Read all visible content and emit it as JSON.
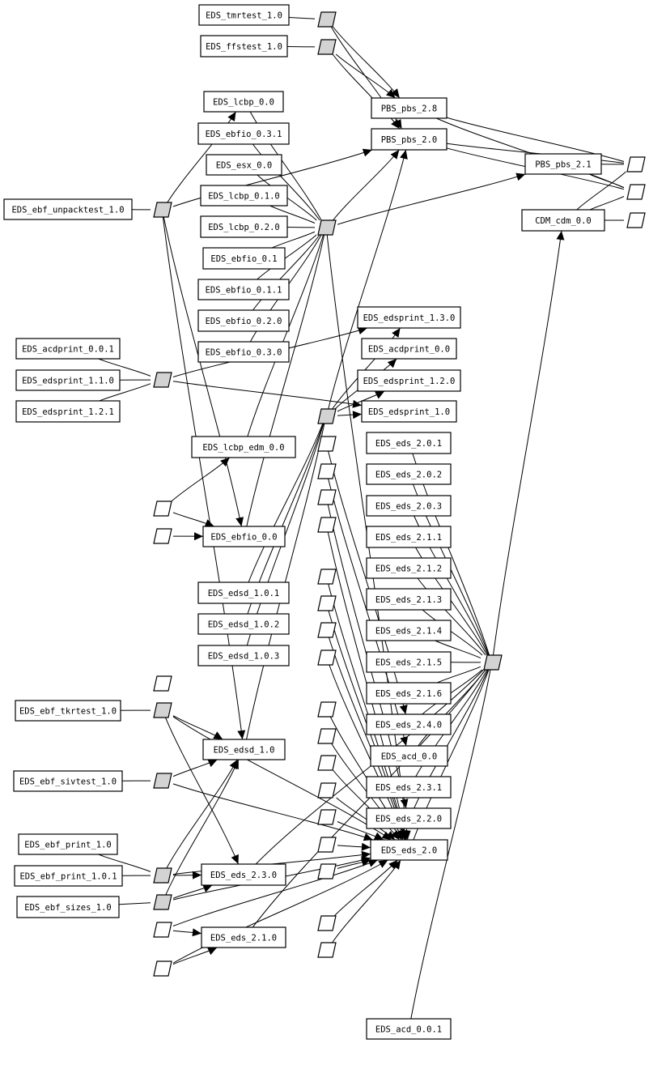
{
  "graph": {
    "type": "package-dependency-graph",
    "colors": {
      "junction_filled": "#d3d3d3",
      "junction_empty": "#ffffff",
      "stroke": "#000000",
      "background": "#ffffff"
    },
    "nodes": [
      {
        "id": "EDS_tmrtest_1.0",
        "label": "EDS_tmrtest_1.0"
      },
      {
        "id": "EDS_ffstest_1.0",
        "label": "EDS_ffstest_1.0"
      },
      {
        "id": "EDS_lcbp_0.0",
        "label": "EDS_lcbp_0.0"
      },
      {
        "id": "EDS_ebfio_0.3.1",
        "label": "EDS_ebfio_0.3.1"
      },
      {
        "id": "EDS_esx_0.0",
        "label": "EDS_esx_0.0"
      },
      {
        "id": "EDS_lcbp_0.1.0",
        "label": "EDS_lcbp_0.1.0"
      },
      {
        "id": "EDS_lcbp_0.2.0",
        "label": "EDS_lcbp_0.2.0"
      },
      {
        "id": "EDS_ebfio_0.1",
        "label": "EDS_ebfio_0.1"
      },
      {
        "id": "EDS_ebfio_0.1.1",
        "label": "EDS_ebfio_0.1.1"
      },
      {
        "id": "EDS_ebfio_0.2.0",
        "label": "EDS_ebfio_0.2.0"
      },
      {
        "id": "EDS_ebfio_0.3.0",
        "label": "EDS_ebfio_0.3.0"
      },
      {
        "id": "EDS_ebf_unpacktest_1.0",
        "label": "EDS_ebf_unpacktest_1.0"
      },
      {
        "id": "PBS_pbs_2.8",
        "label": "PBS_pbs_2.8"
      },
      {
        "id": "PBS_pbs_2.0",
        "label": "PBS_pbs_2.0"
      },
      {
        "id": "PBS_pbs_2.1",
        "label": "PBS_pbs_2.1"
      },
      {
        "id": "CDM_cdm_0.0",
        "label": "CDM_cdm_0.0"
      },
      {
        "id": "EDS_acdprint_0.0.1",
        "label": "EDS_acdprint_0.0.1"
      },
      {
        "id": "EDS_edsprint_1.1.0",
        "label": "EDS_edsprint_1.1.0"
      },
      {
        "id": "EDS_edsprint_1.2.1",
        "label": "EDS_edsprint_1.2.1"
      },
      {
        "id": "EDS_edsprint_1.3.0",
        "label": "EDS_edsprint_1.3.0"
      },
      {
        "id": "EDS_acdprint_0.0",
        "label": "EDS_acdprint_0.0"
      },
      {
        "id": "EDS_edsprint_1.2.0",
        "label": "EDS_edsprint_1.2.0"
      },
      {
        "id": "EDS_edsprint_1.0",
        "label": "EDS_edsprint_1.0"
      },
      {
        "id": "EDS_lcbp_edm_0.0",
        "label": "EDS_lcbp_edm_0.0"
      },
      {
        "id": "EDS_ebfio_0.0",
        "label": "EDS_ebfio_0.0"
      },
      {
        "id": "EDS_edsd_1.0.1",
        "label": "EDS_edsd_1.0.1"
      },
      {
        "id": "EDS_edsd_1.0.2",
        "label": "EDS_edsd_1.0.2"
      },
      {
        "id": "EDS_edsd_1.0.3",
        "label": "EDS_edsd_1.0.3"
      },
      {
        "id": "EDS_ebf_tkrtest_1.0",
        "label": "EDS_ebf_tkrtest_1.0"
      },
      {
        "id": "EDS_edsd_1.0",
        "label": "EDS_edsd_1.0"
      },
      {
        "id": "EDS_ebf_sivtest_1.0",
        "label": "EDS_ebf_sivtest_1.0"
      },
      {
        "id": "EDS_ebf_print_1.0",
        "label": "EDS_ebf_print_1.0"
      },
      {
        "id": "EDS_ebf_print_1.0.1",
        "label": "EDS_ebf_print_1.0.1"
      },
      {
        "id": "EDS_ebf_sizes_1.0",
        "label": "EDS_ebf_sizes_1.0"
      },
      {
        "id": "EDS_eds_2.3.0",
        "label": "EDS_eds_2.3.0"
      },
      {
        "id": "EDS_eds_2.1.0",
        "label": "EDS_eds_2.1.0"
      },
      {
        "id": "EDS_eds_2.0.1",
        "label": "EDS_eds_2.0.1"
      },
      {
        "id": "EDS_eds_2.0.2",
        "label": "EDS_eds_2.0.2"
      },
      {
        "id": "EDS_eds_2.0.3",
        "label": "EDS_eds_2.0.3"
      },
      {
        "id": "EDS_eds_2.1.1",
        "label": "EDS_eds_2.1.1"
      },
      {
        "id": "EDS_eds_2.1.2",
        "label": "EDS_eds_2.1.2"
      },
      {
        "id": "EDS_eds_2.1.3",
        "label": "EDS_eds_2.1.3"
      },
      {
        "id": "EDS_eds_2.1.4",
        "label": "EDS_eds_2.1.4"
      },
      {
        "id": "EDS_eds_2.1.5",
        "label": "EDS_eds_2.1.5"
      },
      {
        "id": "EDS_eds_2.1.6",
        "label": "EDS_eds_2.1.6"
      },
      {
        "id": "EDS_eds_2.4.0",
        "label": "EDS_eds_2.4.0"
      },
      {
        "id": "EDS_acd_0.0",
        "label": "EDS_acd_0.0"
      },
      {
        "id": "EDS_eds_2.3.1",
        "label": "EDS_eds_2.3.1"
      },
      {
        "id": "EDS_eds_2.2.0",
        "label": "EDS_eds_2.2.0"
      },
      {
        "id": "EDS_eds_2.0",
        "label": "EDS_eds_2.0"
      },
      {
        "id": "EDS_acd_0.0.1",
        "label": "EDS_acd_0.0.1"
      }
    ],
    "junctions": [
      {
        "id": "j_tmrtest",
        "filled": true
      },
      {
        "id": "j_ffstest",
        "filled": true
      },
      {
        "id": "j_unpacktest",
        "filled": true
      },
      {
        "id": "j_ebfio_group",
        "filled": true
      },
      {
        "id": "j_pbs_r1",
        "filled": false
      },
      {
        "id": "j_pbs_r2",
        "filled": false
      },
      {
        "id": "j_cdm_r",
        "filled": false
      },
      {
        "id": "j_edsprint_left",
        "filled": true
      },
      {
        "id": "j_edsprint_mid",
        "filled": true
      },
      {
        "id": "j_left_1",
        "filled": false
      },
      {
        "id": "j_left_2",
        "filled": false
      },
      {
        "id": "j_left_3",
        "filled": false
      },
      {
        "id": "j_tkrtest",
        "filled": true
      },
      {
        "id": "j_sivtest",
        "filled": true
      },
      {
        "id": "j_print",
        "filled": true
      },
      {
        "id": "j_sizes",
        "filled": true
      },
      {
        "id": "j_left_4",
        "filled": false
      },
      {
        "id": "j_left_5",
        "filled": false
      },
      {
        "id": "j_eds_hub",
        "filled": true
      },
      {
        "id": "j_mid_1",
        "filled": false
      },
      {
        "id": "j_mid_2",
        "filled": false
      },
      {
        "id": "j_mid_3",
        "filled": false
      },
      {
        "id": "j_mid_4",
        "filled": false
      },
      {
        "id": "j_mid_5",
        "filled": false
      },
      {
        "id": "j_mid_6",
        "filled": false
      },
      {
        "id": "j_mid_7",
        "filled": false
      },
      {
        "id": "j_mid_8",
        "filled": false
      },
      {
        "id": "j_mid_9",
        "filled": false
      },
      {
        "id": "j_mid_10",
        "filled": false
      },
      {
        "id": "j_mid_11",
        "filled": false
      },
      {
        "id": "j_mid_12",
        "filled": false
      },
      {
        "id": "j_mid_13",
        "filled": false
      },
      {
        "id": "j_mid_14",
        "filled": false
      },
      {
        "id": "j_mid_15",
        "filled": false
      },
      {
        "id": "j_mid_16",
        "filled": false
      },
      {
        "id": "j_mid_17",
        "filled": false
      }
    ],
    "edges": [
      {
        "from": "EDS_tmrtest_1.0",
        "to": "j_tmrtest"
      },
      {
        "from": "j_tmrtest",
        "to": "PBS_pbs_2.8"
      },
      {
        "from": "j_tmrtest",
        "to": "PBS_pbs_2.0"
      },
      {
        "from": "EDS_ffstest_1.0",
        "to": "j_ffstest"
      },
      {
        "from": "j_ffstest",
        "to": "PBS_pbs_2.8"
      },
      {
        "from": "j_ffstest",
        "to": "PBS_pbs_2.0"
      },
      {
        "from": "EDS_ebf_unpacktest_1.0",
        "to": "j_unpacktest"
      },
      {
        "from": "j_unpacktest",
        "to": "EDS_lcbp_0.0"
      },
      {
        "from": "j_unpacktest",
        "to": "PBS_pbs_2.0"
      },
      {
        "from": "j_unpacktest",
        "to": "EDS_ebfio_0.0"
      },
      {
        "from": "j_unpacktest",
        "to": "EDS_edsd_1.0"
      },
      {
        "from": "EDS_lcbp_0.0",
        "to": "j_ebfio_group"
      },
      {
        "from": "EDS_ebfio_0.3.1",
        "to": "j_ebfio_group"
      },
      {
        "from": "EDS_esx_0.0",
        "to": "j_ebfio_group"
      },
      {
        "from": "EDS_lcbp_0.1.0",
        "to": "j_ebfio_group"
      },
      {
        "from": "EDS_lcbp_0.2.0",
        "to": "j_ebfio_group"
      },
      {
        "from": "EDS_ebfio_0.1",
        "to": "j_ebfio_group"
      },
      {
        "from": "EDS_ebfio_0.1.1",
        "to": "j_ebfio_group"
      },
      {
        "from": "EDS_ebfio_0.2.0",
        "to": "j_ebfio_group"
      },
      {
        "from": "EDS_ebfio_0.3.0",
        "to": "j_ebfio_group"
      },
      {
        "from": "j_ebfio_group",
        "to": "PBS_pbs_2.0"
      },
      {
        "from": "j_ebfio_group",
        "to": "PBS_pbs_2.1"
      },
      {
        "from": "j_ebfio_group",
        "to": "EDS_eds_2.0"
      },
      {
        "from": "PBS_pbs_2.8",
        "to": "j_pbs_r1"
      },
      {
        "from": "PBS_pbs_2.8",
        "to": "j_pbs_r2"
      },
      {
        "from": "PBS_pbs_2.0",
        "to": "j_pbs_r2"
      },
      {
        "from": "PBS_pbs_2.0",
        "to": "j_pbs_r1"
      },
      {
        "from": "PBS_pbs_2.1",
        "to": "j_pbs_r1"
      },
      {
        "from": "PBS_pbs_2.1",
        "to": "j_pbs_r2"
      },
      {
        "from": "CDM_cdm_0.0",
        "to": "j_pbs_r1"
      },
      {
        "from": "CDM_cdm_0.0",
        "to": "j_pbs_r2"
      },
      {
        "from": "CDM_cdm_0.0",
        "to": "j_cdm_r"
      },
      {
        "from": "EDS_acdprint_0.0.1",
        "to": "j_edsprint_left"
      },
      {
        "from": "EDS_edsprint_1.1.0",
        "to": "j_edsprint_left"
      },
      {
        "from": "EDS_edsprint_1.2.1",
        "to": "j_edsprint_left"
      },
      {
        "from": "j_edsprint_left",
        "to": "EDS_edsprint_1.3.0"
      },
      {
        "from": "j_edsprint_left",
        "to": "EDS_edsprint_1.0"
      },
      {
        "from": "j_edsprint_mid",
        "to": "EDS_edsprint_1.3.0"
      },
      {
        "from": "j_edsprint_mid",
        "to": "EDS_acdprint_0.0"
      },
      {
        "from": "j_edsprint_mid",
        "to": "EDS_edsprint_1.2.0"
      },
      {
        "from": "j_edsprint_mid",
        "to": "EDS_edsprint_1.0"
      },
      {
        "from": "j_edsprint_mid",
        "to": "PBS_pbs_2.0"
      },
      {
        "from": "j_left_1",
        "to": "EDS_lcbp_edm_0.0"
      },
      {
        "from": "j_left_1",
        "to": "EDS_ebfio_0.0"
      },
      {
        "from": "j_left_2",
        "to": "EDS_ebfio_0.0"
      },
      {
        "from": "EDS_lcbp_edm_0.0",
        "to": "j_ebfio_group"
      },
      {
        "from": "EDS_ebfio_0.0",
        "to": "j_ebfio_group"
      },
      {
        "from": "EDS_edsd_1.0.1",
        "to": "j_edsprint_mid"
      },
      {
        "from": "EDS_edsd_1.0.2",
        "to": "j_edsprint_mid"
      },
      {
        "from": "EDS_edsd_1.0.3",
        "to": "j_edsprint_mid"
      },
      {
        "from": "EDS_ebf_tkrtest_1.0",
        "to": "j_tkrtest"
      },
      {
        "from": "j_tkrtest",
        "to": "EDS_edsd_1.0"
      },
      {
        "from": "j_tkrtest",
        "to": "EDS_eds_2.3.0"
      },
      {
        "from": "j_tkrtest",
        "to": "EDS_eds_2.0"
      },
      {
        "from": "EDS_edsd_1.0",
        "to": "j_edsprint_mid"
      },
      {
        "from": "EDS_ebf_sivtest_1.0",
        "to": "j_sivtest"
      },
      {
        "from": "j_sivtest",
        "to": "EDS_edsd_1.0"
      },
      {
        "from": "j_sivtest",
        "to": "EDS_eds_2.0"
      },
      {
        "from": "EDS_ebf_print_1.0",
        "to": "j_print"
      },
      {
        "from": "EDS_ebf_print_1.0.1",
        "to": "j_print"
      },
      {
        "from": "j_print",
        "to": "EDS_eds_2.3.0"
      },
      {
        "from": "j_print",
        "to": "EDS_edsd_1.0"
      },
      {
        "from": "j_print",
        "to": "EDS_eds_2.0"
      },
      {
        "from": "EDS_ebf_sizes_1.0",
        "to": "j_sizes"
      },
      {
        "from": "j_sizes",
        "to": "EDS_eds_2.3.0"
      },
      {
        "from": "j_sizes",
        "to": "EDS_edsd_1.0"
      },
      {
        "from": "j_sizes",
        "to": "EDS_eds_2.0"
      },
      {
        "from": "j_left_4",
        "to": "EDS_eds_2.1.0"
      },
      {
        "from": "j_left_4",
        "to": "EDS_eds_2.0"
      },
      {
        "from": "j_left_5",
        "to": "EDS_eds_2.1.0"
      },
      {
        "from": "j_left_5",
        "to": "EDS_eds_2.0"
      },
      {
        "from": "EDS_eds_2.3.0",
        "to": "j_eds_hub"
      },
      {
        "from": "EDS_eds_2.1.0",
        "to": "j_eds_hub"
      },
      {
        "from": "EDS_eds_2.0.1",
        "to": "j_eds_hub"
      },
      {
        "from": "EDS_eds_2.0.2",
        "to": "j_eds_hub"
      },
      {
        "from": "EDS_eds_2.0.3",
        "to": "j_eds_hub"
      },
      {
        "from": "EDS_eds_2.1.1",
        "to": "j_eds_hub"
      },
      {
        "from": "EDS_eds_2.1.2",
        "to": "j_eds_hub"
      },
      {
        "from": "EDS_eds_2.1.3",
        "to": "j_eds_hub"
      },
      {
        "from": "EDS_eds_2.1.4",
        "to": "j_eds_hub"
      },
      {
        "from": "EDS_eds_2.1.5",
        "to": "j_eds_hub"
      },
      {
        "from": "EDS_eds_2.1.6",
        "to": "j_eds_hub"
      },
      {
        "from": "EDS_eds_2.4.0",
        "to": "j_eds_hub"
      },
      {
        "from": "EDS_acd_0.0",
        "to": "j_eds_hub"
      },
      {
        "from": "EDS_eds_2.3.1",
        "to": "j_eds_hub"
      },
      {
        "from": "EDS_eds_2.2.0",
        "to": "j_eds_hub"
      },
      {
        "from": "EDS_eds_2.0",
        "to": "j_eds_hub"
      },
      {
        "from": "EDS_acd_0.0.1",
        "to": "j_eds_hub"
      },
      {
        "from": "j_eds_hub",
        "to": "CDM_cdm_0.0"
      },
      {
        "from": "j_mid_1",
        "to": "EDS_eds_2.4.0"
      },
      {
        "from": "j_mid_2",
        "to": "EDS_acd_0.0"
      },
      {
        "from": "j_mid_3",
        "to": "EDS_eds_2.2.0"
      },
      {
        "from": "j_mid_4",
        "to": "EDS_eds_2.0"
      },
      {
        "from": "j_mid_5",
        "to": "EDS_eds_2.0"
      },
      {
        "from": "j_mid_6",
        "to": "EDS_eds_2.0"
      },
      {
        "from": "j_mid_7",
        "to": "EDS_eds_2.0"
      },
      {
        "from": "j_mid_8",
        "to": "EDS_eds_2.0"
      },
      {
        "from": "j_mid_9",
        "to": "EDS_eds_2.0"
      },
      {
        "from": "j_mid_10",
        "to": "EDS_eds_2.0"
      },
      {
        "from": "j_mid_11",
        "to": "EDS_eds_2.0"
      },
      {
        "from": "j_mid_12",
        "to": "EDS_eds_2.0"
      },
      {
        "from": "j_mid_13",
        "to": "EDS_eds_2.0"
      },
      {
        "from": "j_mid_14",
        "to": "EDS_eds_2.0"
      },
      {
        "from": "j_mid_15",
        "to": "EDS_eds_2.0"
      },
      {
        "from": "j_mid_16",
        "to": "EDS_eds_2.0"
      },
      {
        "from": "j_mid_17",
        "to": "EDS_eds_2.0"
      }
    ]
  }
}
